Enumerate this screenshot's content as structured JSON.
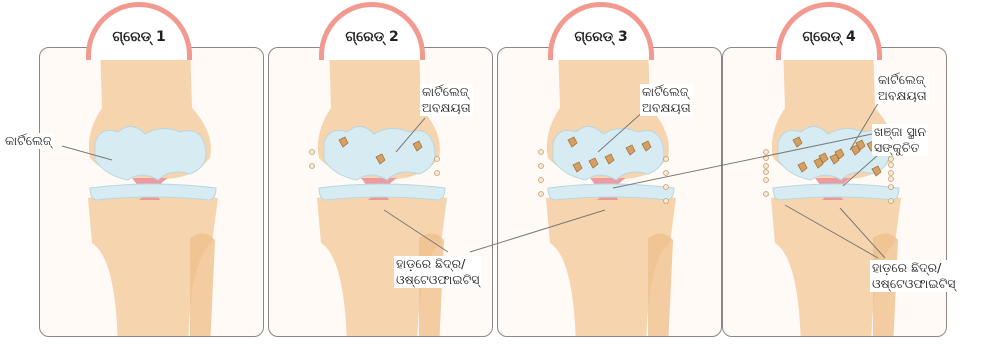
{
  "grades": [
    {
      "label": "ଗ୍ରେଡ୍ 1"
    },
    {
      "label": "ଗ୍ରେଡ୍ 2"
    },
    {
      "label": "ଗ୍ରେଡ୍ 3"
    },
    {
      "label": "ଗ୍ରେଡ୍ 4"
    }
  ],
  "labels": {
    "cartilage": "କାର୍ଟିଲେଜ୍",
    "cartilage_loss_line1": "କାର୍ଟିଲେଜ୍",
    "cartilage_loss_line2": "ଅବକ୍ଷୟତା",
    "bone_spurs_line1": "ହାଡ଼ରେ ଛିଦ୍ର/",
    "bone_spurs_line2": "ଓଷ୍ଟେଓଫାଇଟିସ୍",
    "joint_space_line1": "ଖଞ୍ଜା ସ୍ଥାନ",
    "joint_space_line2": "ସଙ୍କୁଚିତ"
  },
  "colors": {
    "badge_border": "#f29a8f",
    "panel_border": "#8e8682",
    "bone": "#f5cda0",
    "cartilage": "#d6ecf2",
    "ligament": "#e9919a"
  }
}
